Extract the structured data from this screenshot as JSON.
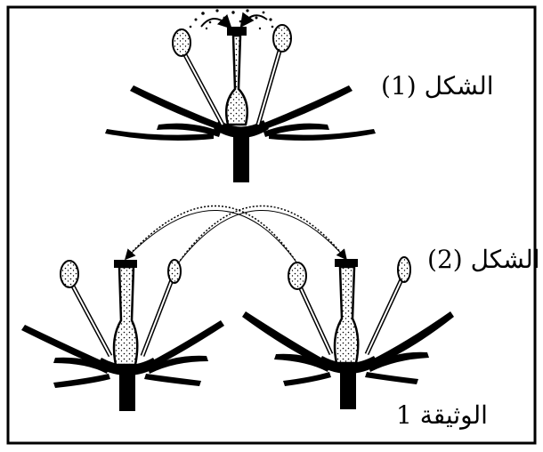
{
  "figure": {
    "label_fig1": "الشكل (1)",
    "label_fig2": "الشكل (2)",
    "label_doc": "الوثيقة 1"
  }
}
